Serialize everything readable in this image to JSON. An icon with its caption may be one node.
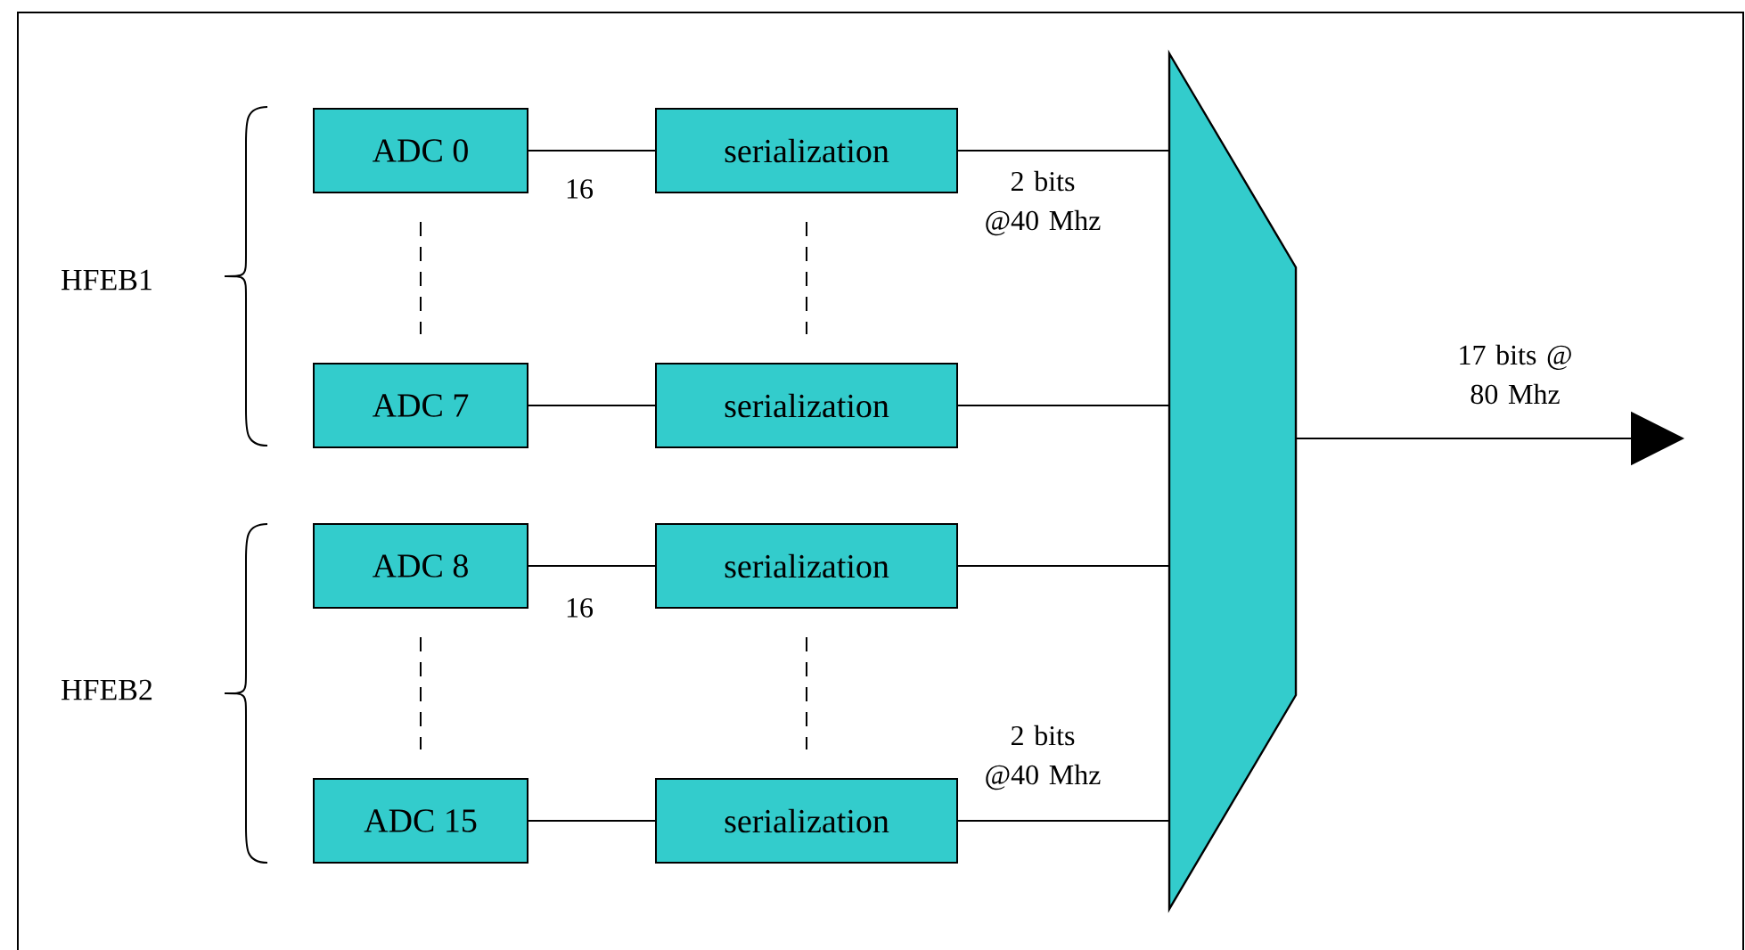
{
  "diagram": {
    "nodes": [
      {
        "text": [
          "ADC 0"
        ]
      },
      {
        "text": [
          "serialization"
        ]
      },
      {
        "text": [
          "ADC 7"
        ]
      },
      {
        "text": [
          "serialization"
        ]
      },
      {
        "text": [
          "ADC 8"
        ]
      },
      {
        "text": [
          "serialization"
        ]
      },
      {
        "text": [
          "ADC 15"
        ]
      },
      {
        "text": [
          "serialization"
        ]
      },
      {
        "text": [],
        "shape": "trapezoid"
      }
    ],
    "edges": [
      {
        "from": 0,
        "to": 1,
        "arrow": "none",
        "label": "16"
      },
      {
        "from": 1,
        "to": 8,
        "arrow": "none",
        "label": "2 bits @40 Mhz"
      },
      {
        "from": 0,
        "to": 2,
        "arrow": "none",
        "style": "dashed"
      },
      {
        "from": 1,
        "to": 3,
        "arrow": "none",
        "style": "dashed"
      },
      {
        "from": 2,
        "to": 3,
        "arrow": "none"
      },
      {
        "from": 3,
        "to": 8,
        "arrow": "none"
      },
      {
        "from": 4,
        "to": 5,
        "arrow": "none",
        "label": "16"
      },
      {
        "from": 5,
        "to": 8,
        "arrow": "none"
      },
      {
        "from": 4,
        "to": 6,
        "arrow": "none",
        "style": "dashed"
      },
      {
        "from": 5,
        "to": 7,
        "arrow": "none",
        "style": "dashed"
      },
      {
        "from": 6,
        "to": 7,
        "arrow": "none"
      },
      {
        "from": 7,
        "to": 8,
        "arrow": "none",
        "label": "2 bits @40 Mhz"
      },
      {
        "from": 8,
        "to": null,
        "arrow": "to",
        "label": "17 bits @ 80 Mhz"
      }
    ],
    "labels": [
      "HFEB1",
      "HFEB2"
    ]
  }
}
